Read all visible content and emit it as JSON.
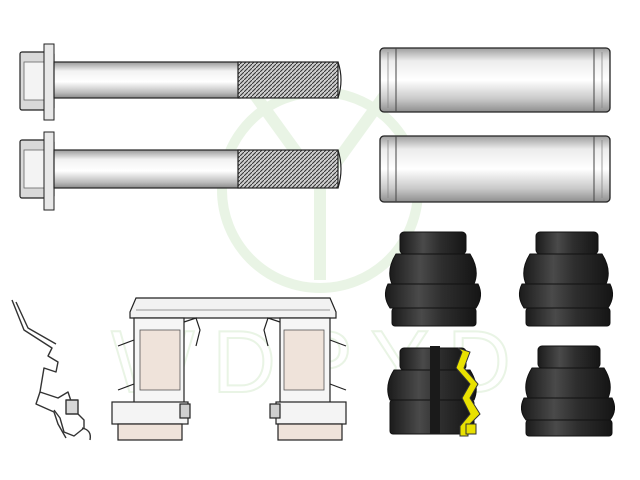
{
  "watermark": {
    "text": "WDPYD",
    "color": "#d8ecd0"
  },
  "colors": {
    "metal_light": "#f4f4f4",
    "metal_mid": "#bdbdbd",
    "metal_dark": "#7a7a7a",
    "rubber": "#2b2b2b",
    "rubber_edge": "#111111",
    "pad_plate": "#efe3da",
    "accent_yellow": "#e9e100",
    "outline": "#222222"
  },
  "parts": [
    {
      "name": "guide-bolt",
      "count": 2
    },
    {
      "name": "guide-sleeve",
      "count": 2
    },
    {
      "name": "rubber-boot",
      "count": 4
    },
    {
      "name": "anti-rattle-spring",
      "count": 1
    },
    {
      "name": "pad-retaining-clip",
      "count": 1
    }
  ]
}
